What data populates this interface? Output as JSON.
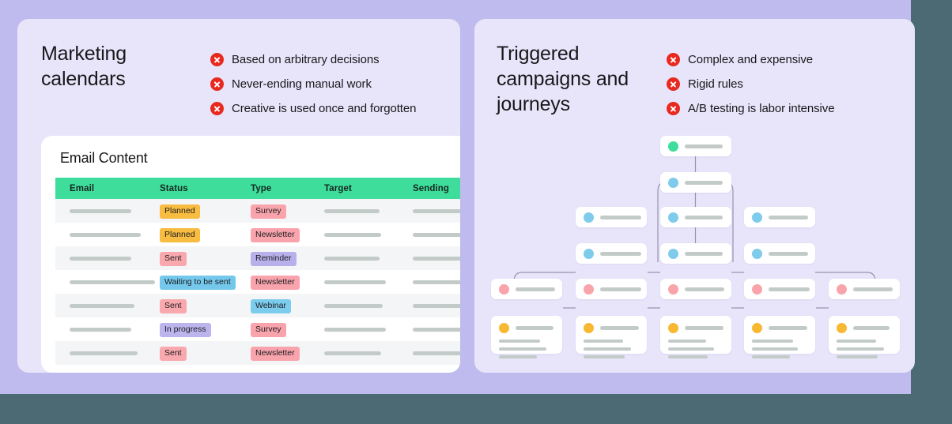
{
  "background": {
    "stage_color": "#c0bbee",
    "page_color": "#4c6a73"
  },
  "panels": {
    "left": {
      "headline": "Marketing calendars",
      "bullets": [
        {
          "icon": "x-circle-icon",
          "text": "Based on arbitrary decisions"
        },
        {
          "icon": "x-circle-icon",
          "text": "Never-ending manual work"
        },
        {
          "icon": "x-circle-icon",
          "text": "Creative is used once and forgotten"
        }
      ]
    },
    "right": {
      "headline": "Triggered campaigns and journeys",
      "bullets": [
        {
          "icon": "x-circle-icon",
          "text": "Complex and expensive"
        },
        {
          "icon": "x-circle-icon",
          "text": "Rigid rules"
        },
        {
          "icon": "x-circle-icon",
          "text": "A/B testing is labor intensive"
        }
      ]
    }
  },
  "email_table": {
    "title": "Email Content",
    "header_color": "#3fdd9c",
    "columns": [
      "Email",
      "Status",
      "Type",
      "Target",
      "Sending"
    ],
    "rows": [
      {
        "email": "",
        "status": "Planned",
        "status_color": "orange",
        "type": "Survey",
        "type_color": "tpink"
      },
      {
        "email": "",
        "status": "Planned",
        "status_color": "orange",
        "type": "Newsletter",
        "type_color": "tpink"
      },
      {
        "email": "",
        "status": "Sent",
        "status_color": "pink",
        "type": "Reminder",
        "type_color": "tpurple"
      },
      {
        "email": "",
        "status": "Waiting to be sent",
        "status_color": "blue",
        "type": "Newsletter",
        "type_color": "tpink"
      },
      {
        "email": "",
        "status": "Sent",
        "status_color": "pink",
        "type": "Webinar",
        "type_color": "tblue"
      },
      {
        "email": "",
        "status": "In progress",
        "status_color": "purple",
        "type": "Survey",
        "type_color": "tpink"
      },
      {
        "email": "",
        "status": "Sent",
        "status_color": "pink",
        "type": "Newsletter",
        "type_color": "tpink"
      }
    ]
  },
  "flow_diagram": {
    "nodes": [
      {
        "id": "n1",
        "color": "green",
        "row": 1
      },
      {
        "id": "n2",
        "color": "blue",
        "row": 2
      },
      {
        "id": "n3",
        "color": "blue",
        "row": 3
      },
      {
        "id": "n4",
        "color": "blue",
        "row": 3
      },
      {
        "id": "n5",
        "color": "blue",
        "row": 3
      },
      {
        "id": "n6",
        "color": "blue",
        "row": 4
      },
      {
        "id": "n7",
        "color": "blue",
        "row": 4
      },
      {
        "id": "n8",
        "color": "blue",
        "row": 4
      },
      {
        "id": "n9",
        "color": "pink",
        "row": 5
      },
      {
        "id": "n10",
        "color": "pink",
        "row": 5
      },
      {
        "id": "n11",
        "color": "pink",
        "row": 5
      },
      {
        "id": "n12",
        "color": "pink",
        "row": 5
      },
      {
        "id": "n13",
        "color": "pink",
        "row": 5
      },
      {
        "id": "c1",
        "color": "yellow",
        "row": 6
      },
      {
        "id": "c2",
        "color": "yellow",
        "row": 6
      },
      {
        "id": "c3",
        "color": "yellow",
        "row": 6
      },
      {
        "id": "c4",
        "color": "yellow",
        "row": 6
      },
      {
        "id": "c5",
        "color": "yellow",
        "row": 6
      }
    ]
  }
}
